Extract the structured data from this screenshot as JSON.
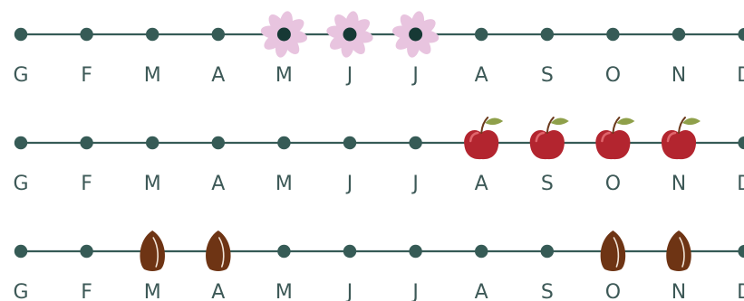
{
  "colors": {
    "line": "#365b56",
    "dot": "#365b56",
    "label": "#3d5957",
    "flower_petal": "#e8c4df",
    "flower_center": "#163935",
    "apple_red": "#b3252f",
    "apple_highlight": "#e0656c",
    "apple_leaf": "#8fa04a",
    "apple_stem": "#6b3a1c",
    "seed_brown": "#6e3414",
    "seed_highlight": "#f1e3d6"
  },
  "timelines": [
    {
      "id": "flowering",
      "icon": "flower-icon",
      "months": [
        "G",
        "F",
        "M",
        "A",
        "M",
        "J",
        "J",
        "A",
        "S",
        "O",
        "N",
        "D"
      ],
      "marked": [
        4,
        5,
        6
      ]
    },
    {
      "id": "fruiting",
      "icon": "apple-icon",
      "months": [
        "G",
        "F",
        "M",
        "A",
        "M",
        "J",
        "J",
        "A",
        "S",
        "O",
        "N",
        "D"
      ],
      "marked": [
        7,
        8,
        9,
        10
      ]
    },
    {
      "id": "sowing",
      "icon": "seed-icon",
      "months": [
        "G",
        "F",
        "M",
        "A",
        "M",
        "J",
        "J",
        "A",
        "S",
        "O",
        "N",
        "D"
      ],
      "marked": [
        2,
        3,
        9,
        10
      ]
    }
  ]
}
